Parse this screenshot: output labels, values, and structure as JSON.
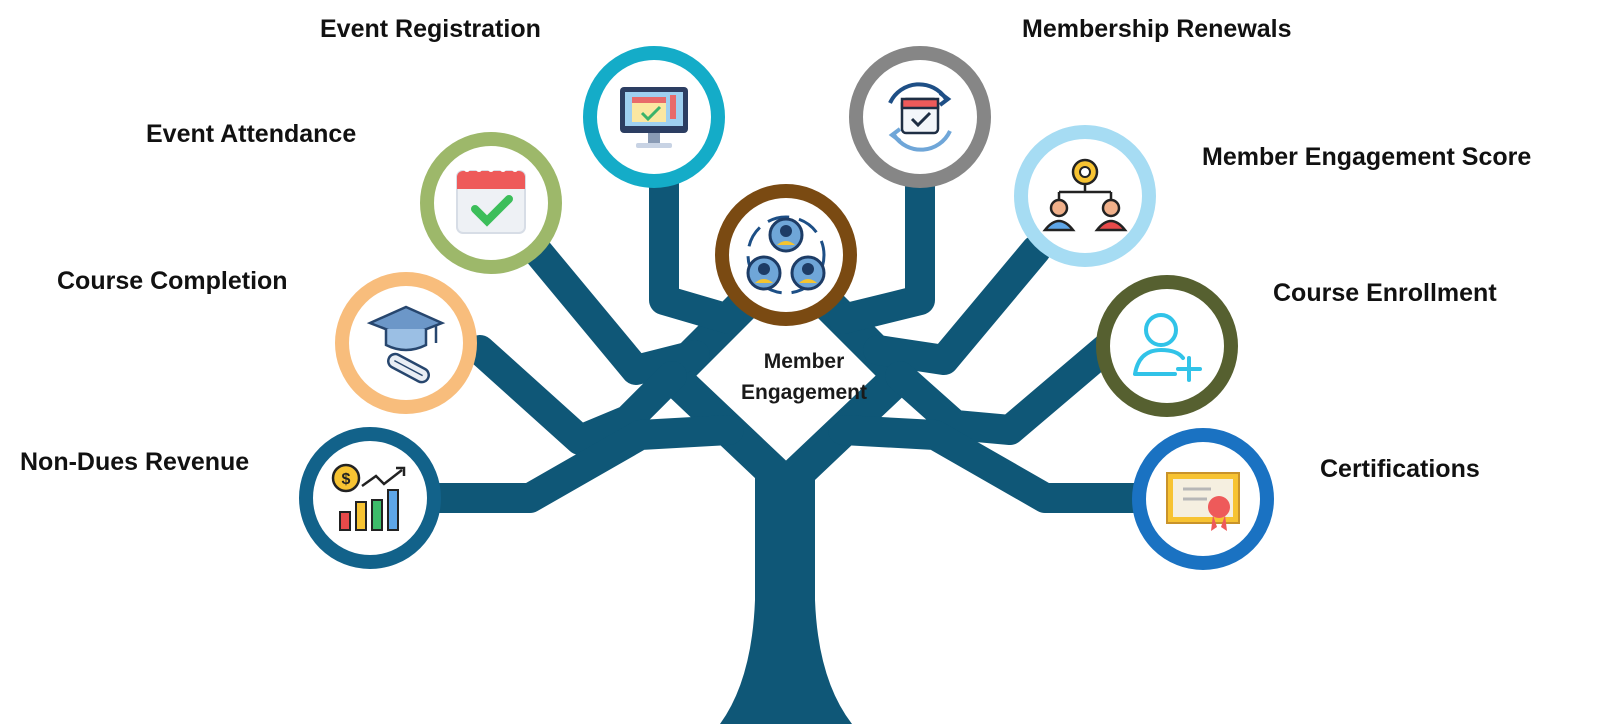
{
  "center": {
    "title_line1": "Member",
    "title_line2": "Engagement",
    "icon": "people-network-icon",
    "ring_color": "#7a4a12"
  },
  "tree": {
    "trunk_color": "#0f5777"
  },
  "nodes": [
    {
      "id": "event-registration",
      "label": "Event Registration",
      "icon": "computer-calendar-icon",
      "ring_color": "#14acc8"
    },
    {
      "id": "event-attendance",
      "label": "Event Attendance",
      "icon": "calendar-check-icon",
      "ring_color": "#9db86a"
    },
    {
      "id": "course-completion",
      "label": "Course Completion",
      "icon": "graduation-cap-diploma-icon",
      "ring_color": "#f8bd7c"
    },
    {
      "id": "non-dues-revenue",
      "label": "Non-Dues Revenue",
      "icon": "revenue-growth-chart-icon",
      "ring_color": "#12628a"
    },
    {
      "id": "membership-renewals",
      "label": "Membership Renewals",
      "icon": "renewal-calendar-icon",
      "ring_color": "#868686"
    },
    {
      "id": "member-engagement-score",
      "label": "Member Engagement Score",
      "icon": "people-gear-icon",
      "ring_color": "#a6dcf3"
    },
    {
      "id": "course-enrollment",
      "label": "Course Enrollment",
      "icon": "add-user-icon",
      "ring_color": "#566030"
    },
    {
      "id": "certifications",
      "label": "Certifications",
      "icon": "certificate-icon",
      "ring_color": "#1a72c2"
    }
  ]
}
